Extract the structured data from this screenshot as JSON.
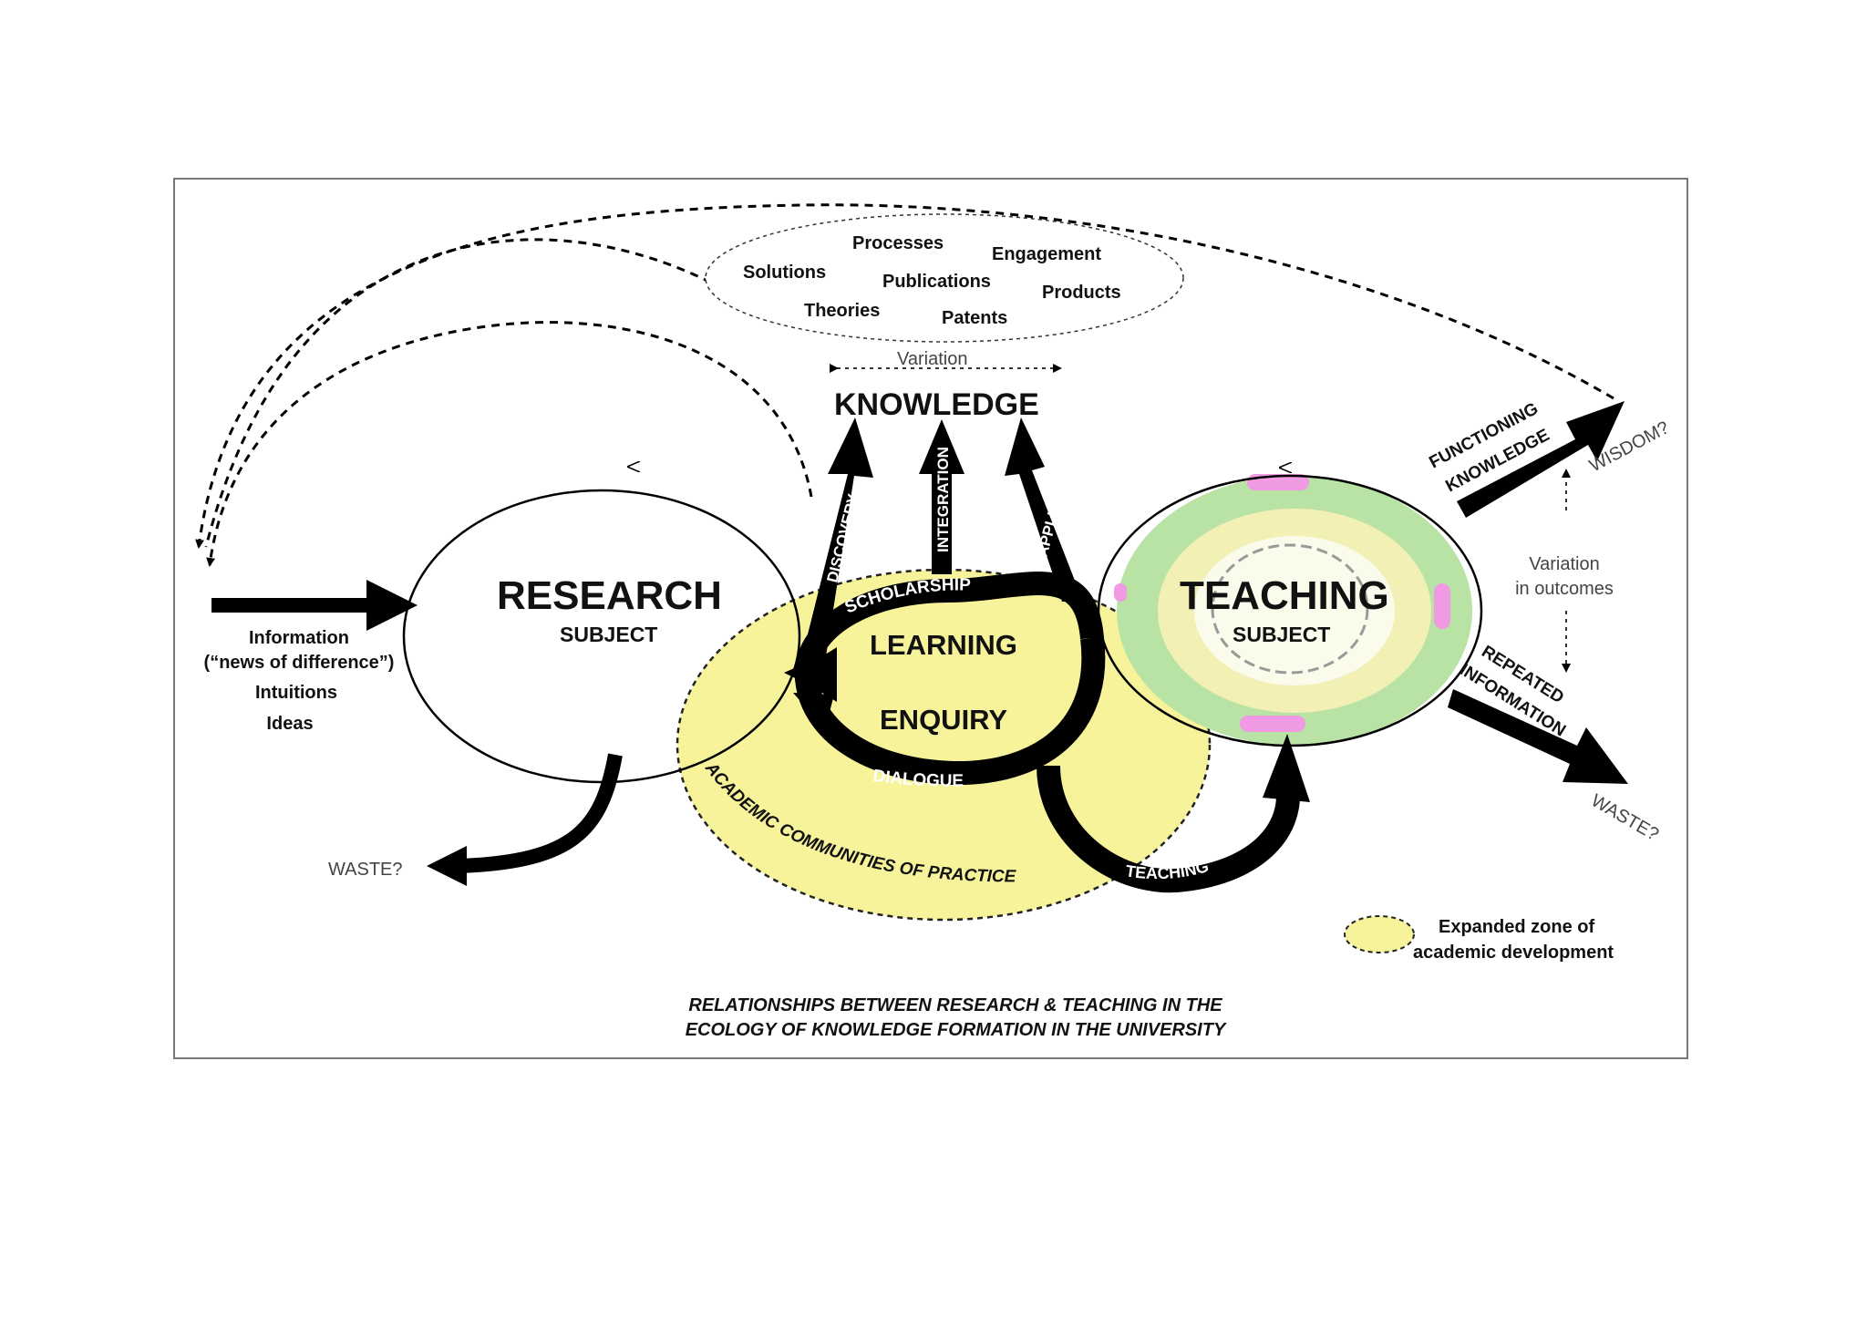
{
  "outputs": [
    "Processes",
    "Engagement",
    "Solutions",
    "Publications",
    "Products",
    "Theories",
    "Patents"
  ],
  "variation_label": "Variation",
  "knowledge_label": "KNOWLEDGE",
  "scholarship_paths": [
    "DISCOVERY",
    "INTEGRATION",
    "APPLICATION"
  ],
  "research": {
    "title": "RESEARCH",
    "subtitle": "SUBJECT"
  },
  "teaching": {
    "title": "TEACHING",
    "subtitle": "SUBJECT"
  },
  "inputs": [
    "Information",
    "(“news of difference”)",
    "Intuitions",
    "Ideas"
  ],
  "cycle": {
    "scholarship": "SCHOLARSHIP",
    "learning": "LEARNING",
    "enquiry": "ENQUIRY",
    "dialogue": "DIALOGUE"
  },
  "zone_label": "ACADEMIC COMMUNITIES OF PRACTICE",
  "teaching_arrow_label": "TEACHING",
  "waste_left": "WASTE?",
  "functioning_knowledge": [
    "FUNCTIONING",
    "KNOWLEDGE"
  ],
  "wisdom": "WISDOM?",
  "variation_outcomes": [
    "Variation",
    "in outcomes"
  ],
  "repeated_information": [
    "REPEATED",
    "INFORMATION"
  ],
  "waste_right": "WASTE?",
  "legend": {
    "lines": [
      "Expanded zone of",
      "academic development"
    ],
    "color": "#f6f39a"
  },
  "caption": [
    "RELATIONSHIPS BETWEEN RESEARCH & TEACHING IN THE",
    "ECOLOGY OF KNOWLEDGE FORMATION IN THE UNIVERSITY"
  ],
  "colors": {
    "zone_fill": "#f7f39b",
    "teaching_ring": "#b9e3a4",
    "teaching_core": "#fafbe8",
    "arrow": "#000000"
  }
}
